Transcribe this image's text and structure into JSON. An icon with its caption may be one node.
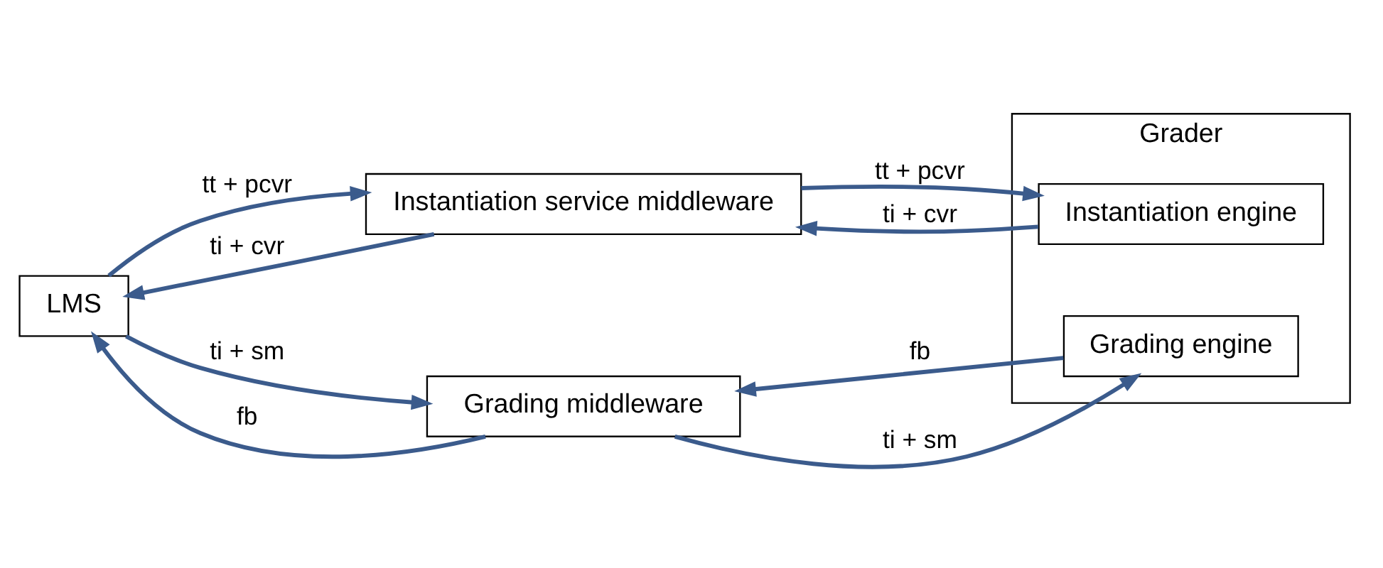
{
  "diagram": {
    "nodes": [
      {
        "text": [
          "LMS"
        ]
      },
      {
        "text": [
          "Instantiation service middleware"
        ]
      },
      {
        "text": [
          "Grader"
        ]
      },
      {
        "text": [
          "Instantiation engine"
        ],
        "in": 2
      },
      {
        "text": [
          "Grading middleware"
        ]
      },
      {
        "text": [
          "Grading engine"
        ],
        "in": 2
      }
    ],
    "edges": [
      {
        "from": 0,
        "to": 1,
        "arrow": "to",
        "label": "tt + pcvr"
      },
      {
        "from": 1,
        "to": 0,
        "arrow": "to",
        "label": "ti + cvr"
      },
      {
        "from": 1,
        "to": 3,
        "arrow": "to",
        "label": "tt + pcvr"
      },
      {
        "from": 3,
        "to": 1,
        "arrow": "to",
        "label": "ti + cvr"
      },
      {
        "from": 0,
        "to": 4,
        "arrow": "to",
        "label": "ti + sm"
      },
      {
        "from": 4,
        "to": 5,
        "arrow": "to",
        "label": "ti + sm"
      },
      {
        "from": 5,
        "to": 4,
        "arrow": "to",
        "label": "fb"
      },
      {
        "from": 4,
        "to": 0,
        "arrow": "to",
        "label": "fb"
      }
    ]
  }
}
